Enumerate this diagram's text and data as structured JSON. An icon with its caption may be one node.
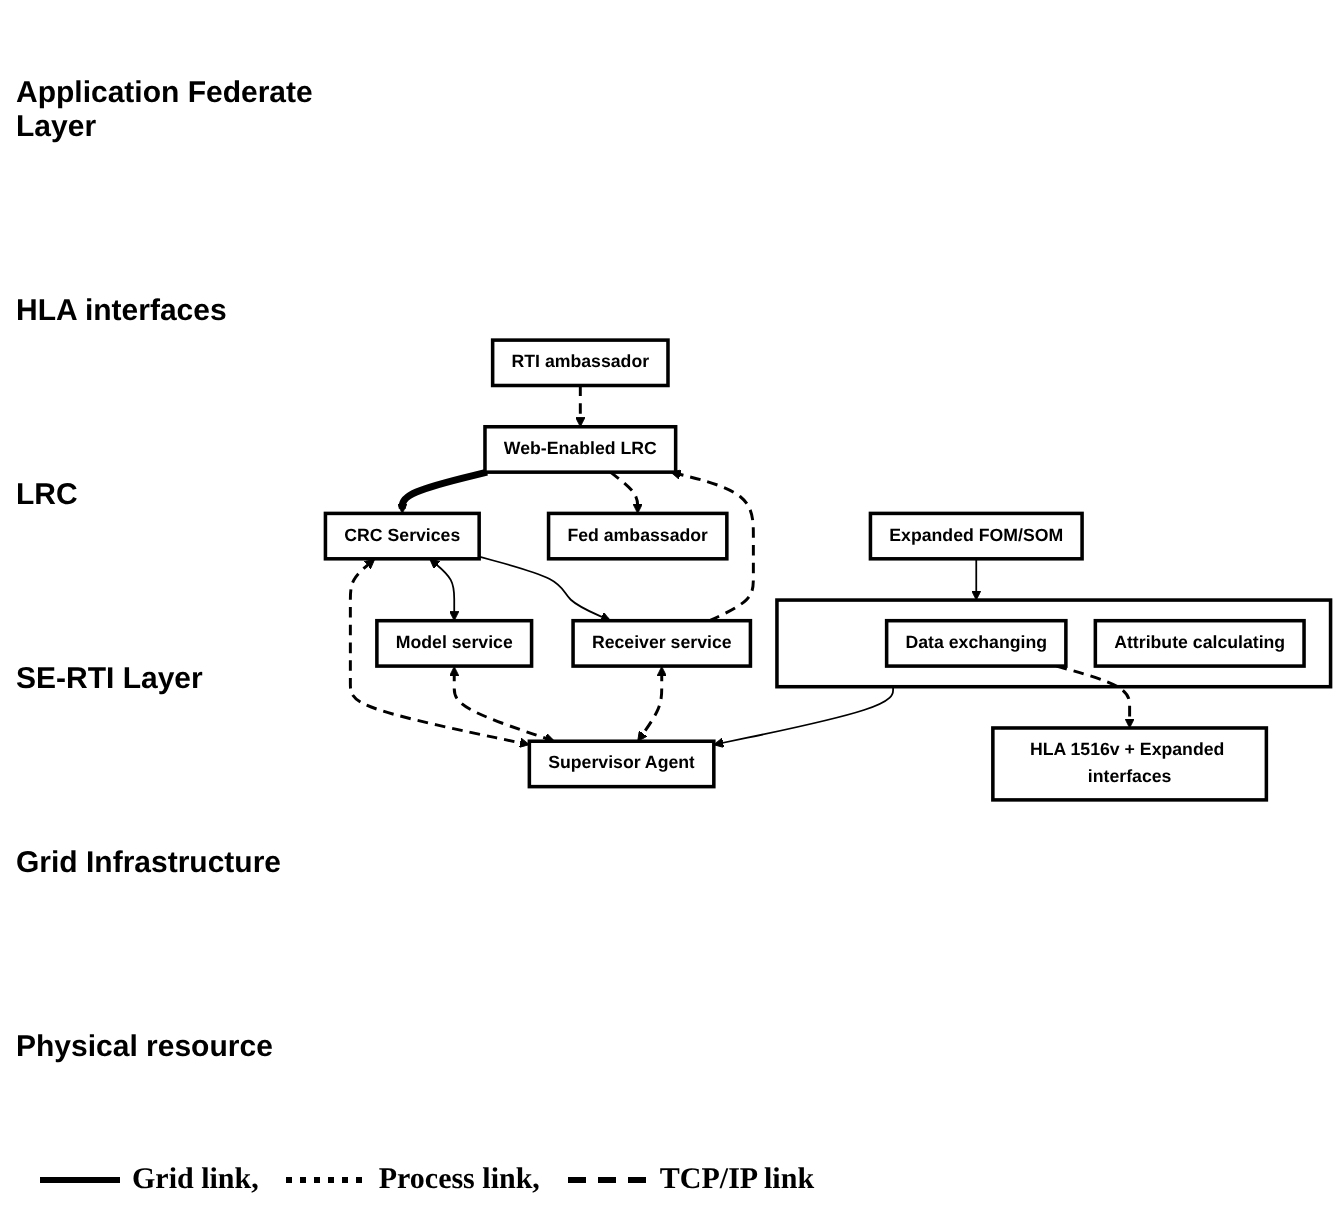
{
  "diagram": {
    "nodes": [
      {
        "text": [
          "Expanded FOM/SOM"
        ]
      },
      {
        "text": [],
        "shape": "box"
      },
      {
        "text": [
          "Data exchanging"
        ],
        "in": 1
      },
      {
        "text": [
          "Attribute calculating"
        ],
        "in": 1
      },
      {
        "text": [
          "HLA 1516v + Expanded interfaces"
        ]
      },
      {
        "text": [
          "RTI ambassador"
        ]
      },
      {
        "text": [
          "Fed ambassador"
        ]
      },
      {
        "text": [
          "Web-Enabled LRC"
        ]
      },
      {
        "text": [
          "CRC Services"
        ]
      },
      {
        "text": [
          "Receiver service"
        ]
      },
      {
        "text": [
          "Model service"
        ]
      },
      {
        "text": [
          "Supervisor Agent"
        ]
      }
    ],
    "edges": [
      {
        "from": 0,
        "to": 1,
        "arrow": "to"
      },
      {
        "from": 2,
        "to": 4,
        "arrow": "to",
        "style": "dashed"
      },
      {
        "from": 5,
        "to": 7,
        "arrow": "to",
        "style": "dashed"
      },
      {
        "from": 7,
        "to": 6,
        "arrow": "to",
        "style": "dashed"
      },
      {
        "from": 7,
        "to": 8,
        "arrow": "to",
        "style": "thick"
      },
      {
        "from": 9,
        "to": 7,
        "arrow": "to",
        "style": "dashed"
      },
      {
        "from": 8,
        "to": 9,
        "arrow": "to"
      },
      {
        "from": 8,
        "to": 10,
        "arrow": "both"
      },
      {
        "from": 8,
        "to": 11,
        "arrow": "both",
        "style": "dashed"
      },
      {
        "from": 10,
        "to": 11,
        "arrow": "both",
        "style": "dashed"
      },
      {
        "from": 9,
        "to": 11,
        "arrow": "both",
        "style": "dashed"
      },
      {
        "from": 1,
        "to": 11,
        "arrow": "to"
      }
    ],
    "labels": [
      "Application Federate Layer",
      "HLA interfaces",
      "LRC",
      "SE-RTI Layer",
      "Grid Infrastructure",
      "Physical resource"
    ],
    "legend": [
      {
        "text": "Grid link,"
      },
      {
        "text": "Process link,"
      },
      {
        "text": "TCP/IP link"
      }
    ]
  }
}
